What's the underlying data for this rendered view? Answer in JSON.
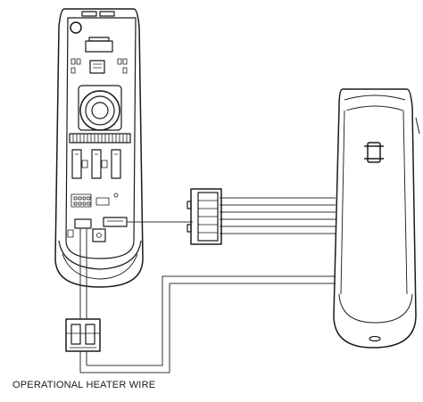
{
  "caption": "OPERATIONAL HEATER WIRE",
  "colors": {
    "line": "#1a1a1a",
    "background": "#ffffff",
    "wire": "#333333"
  },
  "components": {
    "main_unit": "open-detector-housing-with-pcb",
    "heater_connector": "two-pin-plug",
    "wire_connector": "six-pin-connector",
    "side_unit": "closed-detector-housing"
  }
}
